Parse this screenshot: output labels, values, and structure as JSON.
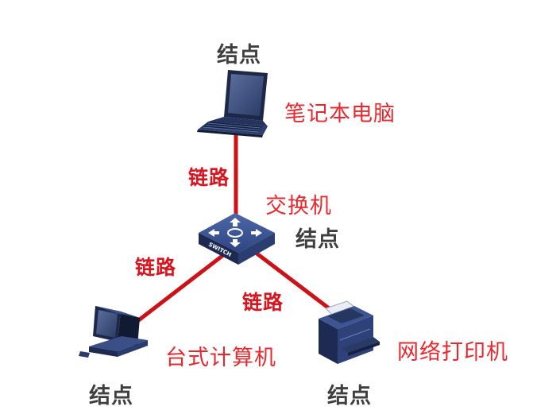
{
  "colors": {
    "link_line": "#cc1219",
    "device_dark": "#1e2a4a",
    "device_mid": "#2f4477",
    "device_light": "#6a80b8",
    "node_text": "#3f3f3f",
    "link_text": "#d8141e",
    "device_text": "#e8282e"
  },
  "diagram": {
    "devices": {
      "laptop": {
        "name": "笔记本电脑",
        "node": "结点",
        "icon": "laptop-icon"
      },
      "switch": {
        "name": "交换机",
        "node": "结点",
        "icon": "switch-icon",
        "panel_text": "SWITCH"
      },
      "desktop": {
        "name": "台式计算机",
        "node": "结点",
        "icon": "desktop-computer-icon"
      },
      "printer": {
        "name": "网络打印机",
        "node": "结点",
        "icon": "printer-icon"
      }
    },
    "links": {
      "laptop_switch": "链路",
      "switch_desktop": "链路",
      "switch_printer": "链路"
    }
  }
}
